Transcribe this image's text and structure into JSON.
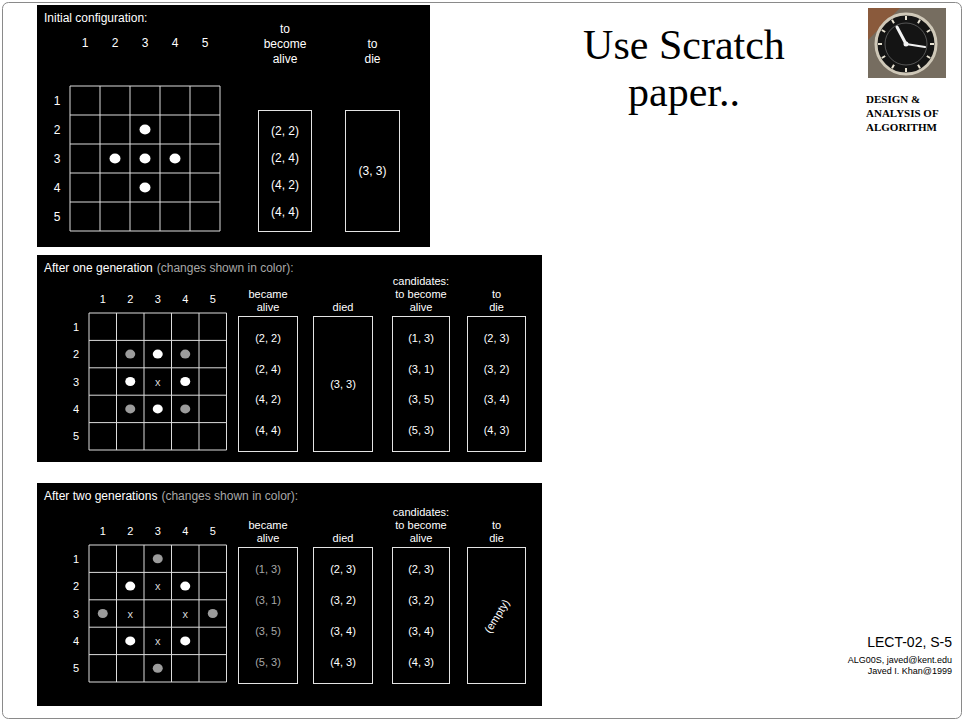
{
  "diagram": {
    "title": "Use Scratch paper..",
    "nodes": [
      {
        "text": [
          "Initial configuration:"
        ]
      },
      {
        "text": [
          "to become alive",
          "(2, 2)",
          "(2, 4)",
          "(4, 2)",
          "(4, 4)"
        ],
        "in": 0
      },
      {
        "text": [
          "to die",
          "(3, 3)"
        ],
        "in": 0
      },
      {
        "text": [
          "After one generation",
          "(changes shown in color):"
        ]
      },
      {
        "text": [
          "became alive",
          "(2, 2)",
          "(2, 4)",
          "(4, 2)",
          "(4, 4)"
        ],
        "in": 3
      },
      {
        "text": [
          "died",
          "(3, 3)"
        ],
        "in": 3
      },
      {
        "text": [
          "candidates: to become alive",
          "(1, 3)",
          "(3, 1)",
          "(3, 5)",
          "(5, 3)"
        ],
        "in": 3
      },
      {
        "text": [
          "to die",
          "(2, 3)",
          "(3, 2)",
          "(3, 4)",
          "(4, 3)"
        ],
        "in": 3
      },
      {
        "text": [
          "After two generations",
          "(changes shown in color):"
        ]
      },
      {
        "text": [
          "became alive",
          "(1, 3)",
          "(3, 1)",
          "(3, 5)",
          "(5, 3)"
        ],
        "in": 8
      },
      {
        "text": [
          "died",
          "(2, 3)",
          "(3, 2)",
          "(3, 4)",
          "(4, 3)"
        ],
        "in": 8
      },
      {
        "text": [
          "candidates: to become alive",
          "(2, 3)",
          "(3, 2)",
          "(3, 4)",
          "(4, 3)"
        ],
        "in": 8
      },
      {
        "text": [
          "to die",
          "(empty)"
        ],
        "in": 8
      }
    ],
    "labels": [
      "1",
      "2",
      "3",
      "4",
      "5",
      "1",
      "2",
      "3",
      "4",
      "5",
      "1",
      "2",
      "3",
      "4",
      "5",
      "1",
      "2",
      "3",
      "4",
      "5",
      "x",
      "1",
      "2",
      "3",
      "4",
      "5",
      "1",
      "2",
      "3",
      "4",
      "5",
      "x",
      "x",
      "x",
      "x",
      "DESIGN & ANALYSIS OF ALGORITHM",
      "LECT-02, S-5",
      "ALG00S, javed@kent.edu",
      "Javed I. Khan@1999"
    ]
  }
}
